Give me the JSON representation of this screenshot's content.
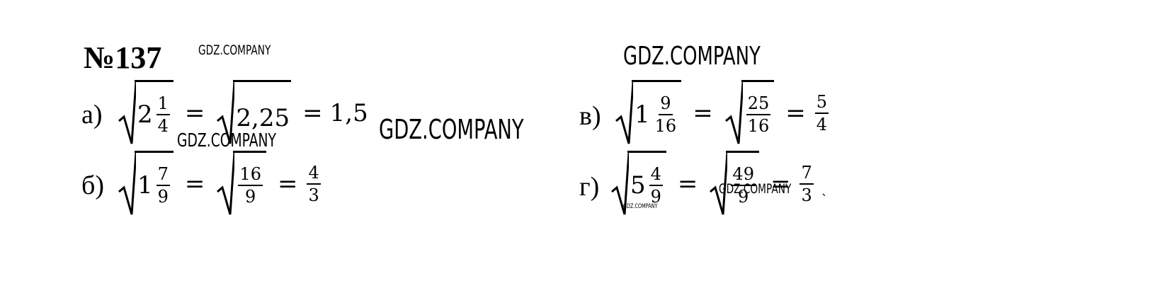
{
  "title": "№137",
  "watermark": "GDZ.COMPANY",
  "problems": {
    "a": {
      "label": "а)",
      "whole": "2",
      "num": "1",
      "den": "4",
      "eq": "=",
      "rad2": "2,25",
      "result": "1,5"
    },
    "b": {
      "label": "б)",
      "whole": "1",
      "num": "7",
      "den": "9",
      "eq": "=",
      "num2": "16",
      "den2": "9",
      "num3": "4",
      "den3": "3"
    },
    "v": {
      "label": "в)",
      "whole": "1",
      "num": "9",
      "den": "16",
      "eq": "=",
      "num2": "25",
      "den2": "16",
      "num3": "5",
      "den3": "4"
    },
    "g": {
      "label": "г)",
      "whole": "5",
      "num": "4",
      "den": "9",
      "eq": "=",
      "num2": "49",
      "den2": "9",
      "num3": "7",
      "den3": "3",
      "trail": "`"
    }
  }
}
